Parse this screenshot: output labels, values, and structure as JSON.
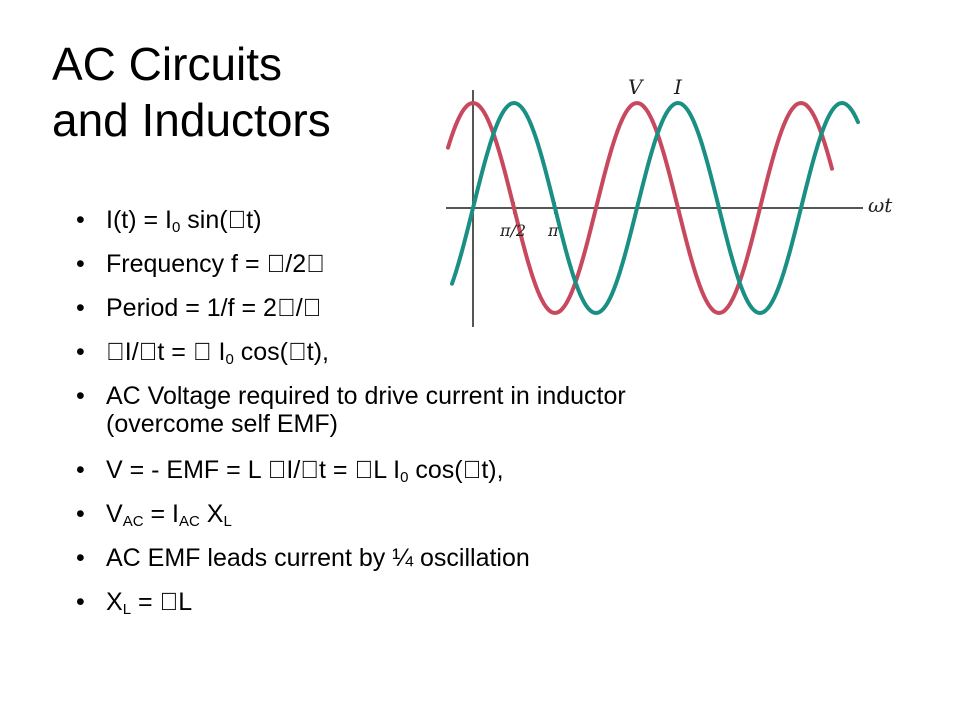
{
  "slide": {
    "title_line1": "AC Circuits",
    "title_line2": "and Inductors"
  },
  "bullets": [
    {
      "a": "I(t) = I",
      "sub1": "0",
      "b": " sin(\u0000t)"
    },
    {
      "a": "Frequency f = \u0000/2\u0000"
    },
    {
      "a": "Period = 1/f = 2\u0000/\u0000"
    },
    {
      "a": " \u0000I/\u0000t = \u0000 I",
      "sub1": "0",
      "b": " cos(\u0000t),"
    },
    {
      "a": "AC Voltage required to drive current in inductor (overcome self EMF)"
    },
    {
      "a": "V = - EMF = L \u0000I/\u0000t = \u0000L I",
      "sub1": "0",
      "b": " cos(\u0000t),"
    },
    {
      "a": "V",
      "sub1": "AC",
      "b": " = I",
      "sub2": "AC",
      "c": " X",
      "sub3": "L"
    },
    {
      "a": "AC EMF leads current by ¼ oscillation"
    },
    {
      "a": "X",
      "sub1": "L",
      "b": " = \u0000L"
    }
  ],
  "graph": {
    "voltage_label": "V",
    "current_label": "I",
    "x_axis_label": "ωt",
    "tick_half_pi": "π/2",
    "tick_pi": "π",
    "voltage_color": "#c8485e",
    "current_color": "#1a8f84"
  }
}
